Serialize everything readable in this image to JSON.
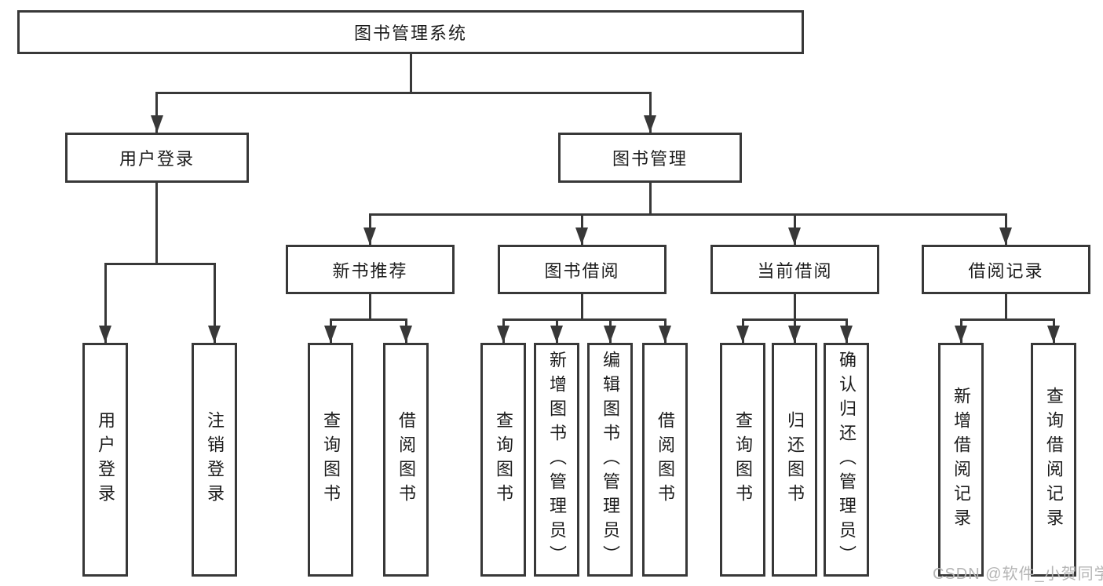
{
  "tree": {
    "label": "图书管理系统",
    "children": [
      {
        "label": "用户登录",
        "children": [
          {
            "label": "用户登录"
          },
          {
            "label": "注销登录"
          }
        ]
      },
      {
        "label": "图书管理",
        "children": [
          {
            "label": "新书推荐",
            "children": [
              {
                "label": "查询图书"
              },
              {
                "label": "借阅图书"
              }
            ]
          },
          {
            "label": "图书借阅",
            "children": [
              {
                "label": "查询图书"
              },
              {
                "label": "新增图书（管理员）"
              },
              {
                "label": "编辑图书（管理员）"
              },
              {
                "label": "借阅图书"
              }
            ]
          },
          {
            "label": "当前借阅",
            "children": [
              {
                "label": "查询图书"
              },
              {
                "label": "归还图书"
              },
              {
                "label": "确认归还（管理员）"
              }
            ]
          },
          {
            "label": "借阅记录",
            "children": [
              {
                "label": "新增借阅记录"
              },
              {
                "label": "查询借阅记录"
              }
            ]
          }
        ]
      }
    ]
  },
  "watermark": {
    "text": "CSDN @软件_小贺同学"
  },
  "colors": {
    "line": "#383838",
    "box_border": "#383838",
    "text": "#1c1c1c",
    "watermark": "#b5b5b5",
    "background": "#ffffff"
  }
}
